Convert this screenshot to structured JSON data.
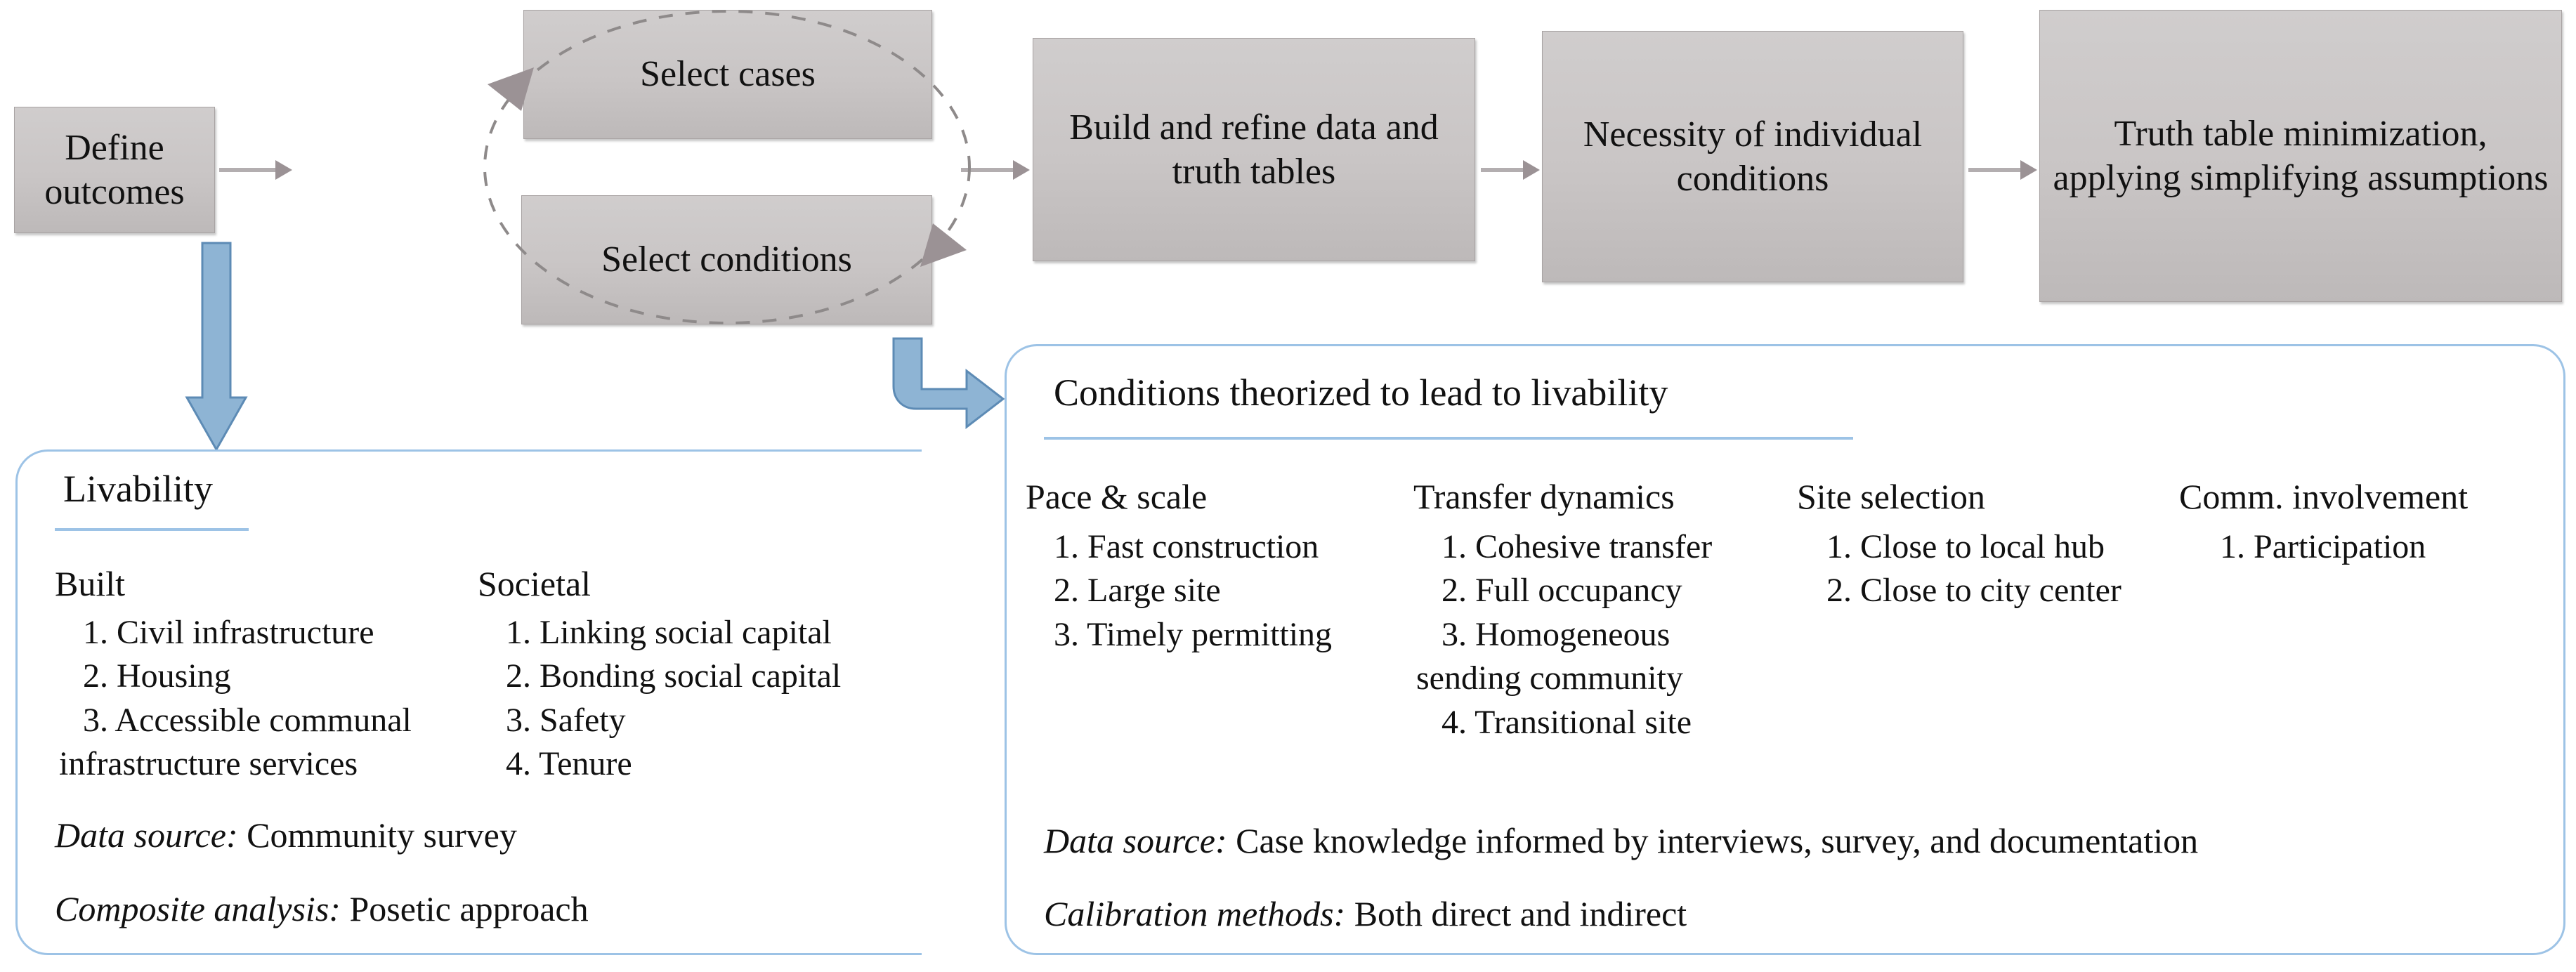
{
  "flow": {
    "boxes": [
      {
        "id": "define-outcomes",
        "label": "Define outcomes"
      },
      {
        "id": "select-cases",
        "label": "Select cases"
      },
      {
        "id": "select-conditions",
        "label": "Select conditions"
      },
      {
        "id": "build-refine",
        "label": "Build and refine data and truth tables"
      },
      {
        "id": "necessity",
        "label": "Necessity of individual conditions"
      },
      {
        "id": "truth-table-min",
        "label": "Truth table minimization, applying simplifying assumptions"
      }
    ],
    "colors": {
      "box_fill": "#c9c5c5",
      "box_border": "#a8a3a3",
      "connector": "#b3aeb0",
      "blue_arrow": "#8eb4d4",
      "panel_border": "#9dc3e6"
    }
  },
  "livability_panel": {
    "title": "Livability",
    "columns": [
      {
        "heading": "Built",
        "items": [
          "1. Civil infrastructure",
          "2. Housing",
          "3. Accessible communal",
          "infrastructure services"
        ]
      },
      {
        "heading": "Societal",
        "items": [
          "1. Linking social capital",
          "2. Bonding social capital",
          "3. Safety",
          "4. Tenure"
        ]
      }
    ],
    "notes": [
      {
        "label": "Data source:",
        "value": "Community survey"
      },
      {
        "label": "Composite analysis:",
        "value": "Posetic approach"
      }
    ]
  },
  "conditions_panel": {
    "title": "Conditions theorized to lead to livability",
    "columns": [
      {
        "heading": "Pace & scale",
        "items": [
          "1. Fast construction",
          "2. Large site",
          "3. Timely permitting"
        ]
      },
      {
        "heading": "Transfer dynamics",
        "items": [
          "1. Cohesive transfer",
          "2. Full occupancy",
          "3. Homogeneous",
          "sending community",
          "4. Transitional site"
        ]
      },
      {
        "heading": "Site selection",
        "items": [
          "1. Close to local hub",
          "2. Close to city center"
        ]
      },
      {
        "heading": "Comm. involvement",
        "items": [
          "1. Participation"
        ]
      }
    ],
    "notes": [
      {
        "label": "Data source:",
        "value": "Case knowledge informed by interviews, survey, and documentation"
      },
      {
        "label": "Calibration methods:",
        "value": "Both direct and indirect"
      }
    ]
  }
}
